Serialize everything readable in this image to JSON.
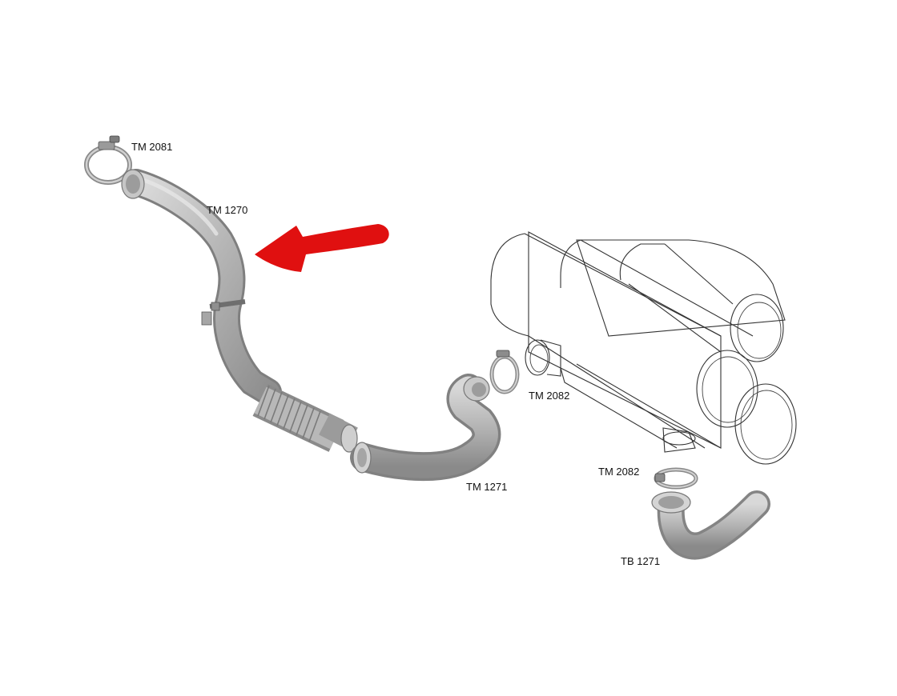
{
  "labels": {
    "clamp_top": "TM 2081",
    "front_pipe": "TM 1270",
    "clamp_muffler": "TM 2082",
    "mid_pipe": "TM 1271",
    "clamp_outlet": "TM 2082",
    "tail_pipe": "TB 1271"
  },
  "colors": {
    "pipe_fill": "#b9b9b9",
    "pipe_light": "#dcdcdc",
    "pipe_dark": "#8e8e8e",
    "line_art": "#333333",
    "arrow": "#e01010",
    "background": "#ffffff"
  },
  "icons": {
    "pointer": "red-arrow-icon"
  }
}
